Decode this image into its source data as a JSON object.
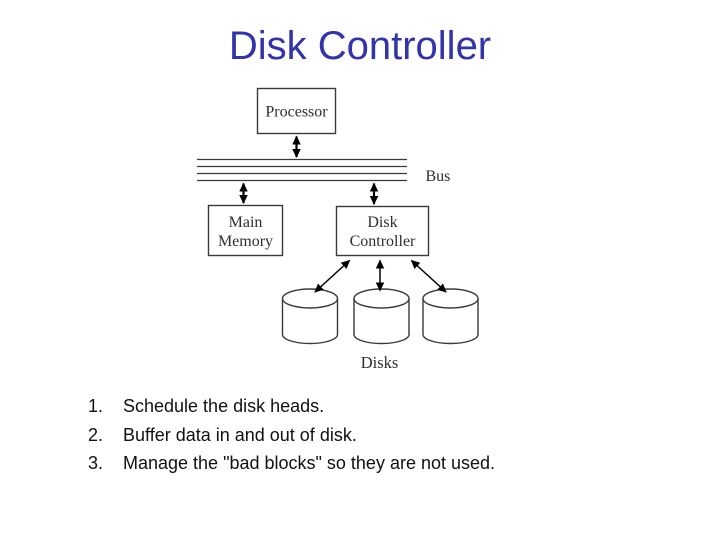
{
  "slide": {
    "title": "Disk Controller"
  },
  "colors": {
    "title_blue": "#3333aa",
    "diagram_line": "#3a3a3a",
    "list_text": "#111111",
    "background": "#ffffff"
  },
  "diagram": {
    "processor_label": "Processor",
    "bus_label": "Bus",
    "main_memory_line1": "Main",
    "main_memory_line2": "Memory",
    "disk_controller_line1": "Disk",
    "disk_controller_line2": "Controller",
    "disks_label": "Disks"
  },
  "list": {
    "items": [
      {
        "number": "1.",
        "text": "Schedule the disk heads."
      },
      {
        "number": "2.",
        "text": "Buffer data in and out of disk."
      },
      {
        "number": "3.",
        "text": "Manage the \"bad blocks\" so they are not used."
      }
    ]
  }
}
